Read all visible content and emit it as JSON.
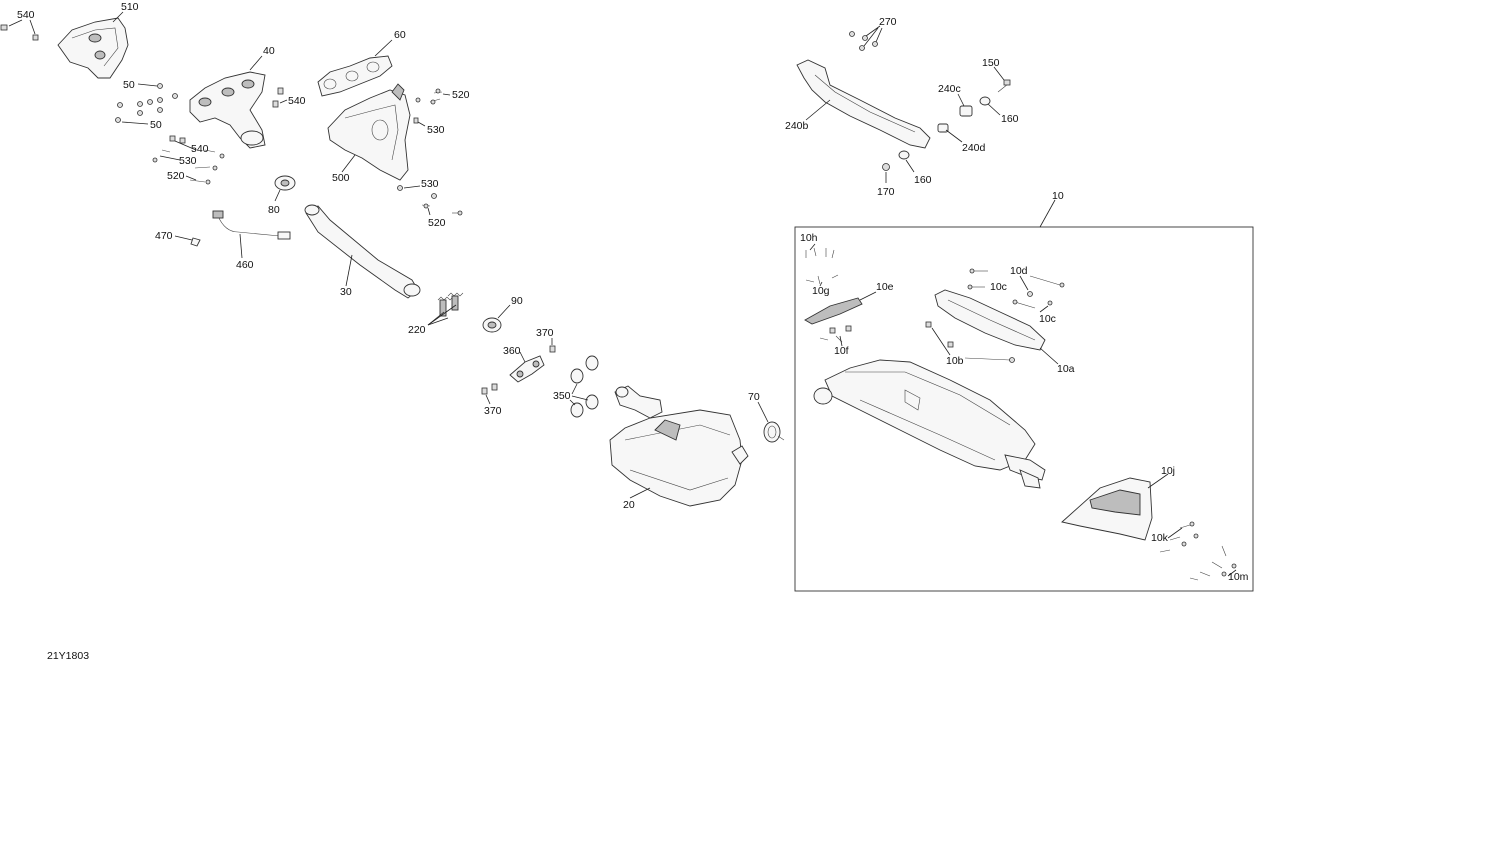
{
  "diagram_id": "21Y1803",
  "callouts": {
    "c540a": "540",
    "c510": "510",
    "c40": "40",
    "c60": "60",
    "c50a": "50",
    "c50b": "50",
    "c540b": "540",
    "c520a": "520",
    "c530a": "530",
    "c540c": "540",
    "c530b": "530",
    "c520b": "520",
    "c500": "500",
    "c530c": "530",
    "c520c": "520",
    "c80": "80",
    "c470": "470",
    "c460": "460",
    "c30": "30",
    "c220": "220",
    "c90": "90",
    "c370a": "370",
    "c360": "360",
    "c370b": "370",
    "c350": "350",
    "c70": "70",
    "c20": "20",
    "c270": "270",
    "c150": "150",
    "c240c": "240c",
    "c160a": "160",
    "c240b": "240b",
    "c240d": "240d",
    "c170": "170",
    "c160b": "160",
    "c10": "10",
    "c10h": "10h",
    "c10g": "10g",
    "c10e": "10e",
    "c10d": "10d",
    "c10c1": "10c",
    "c10c2": "10c",
    "c10f": "10f",
    "c10b": "10b",
    "c10a": "10a",
    "c10j": "10j",
    "c10k": "10k",
    "c10m": "10m"
  }
}
